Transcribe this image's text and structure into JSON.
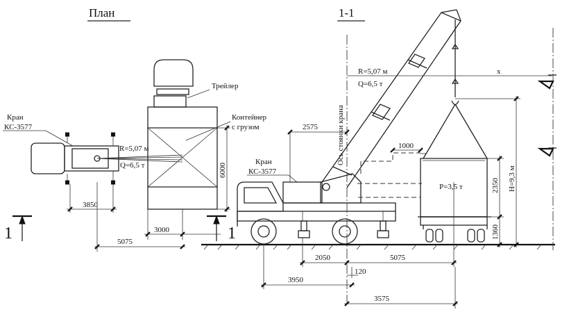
{
  "titles": {
    "plan": "План",
    "section": "1-1"
  },
  "section_mark": "1",
  "plan": {
    "crane_label_line1": "Кран",
    "crane_label_line2": "КС-3577",
    "trailer_label": "Трейлер",
    "container_label_line1": "Контейнер",
    "container_label_line2": "с грузом",
    "radius": "R=5,07 м",
    "load": "Q=6,5 т",
    "dim_3850": "3850",
    "dim_5075": "5075",
    "dim_3000": "3000",
    "dim_6000": "6000"
  },
  "section": {
    "axis_label": "Ось стоянки крана",
    "radius": "R=5,07 м",
    "load": "Q=6,5 т",
    "x_label": "x",
    "crane_label_line1": "Кран",
    "crane_label_line2": "КС-3577",
    "dim_2575": "2575",
    "dim_1000": "1000",
    "cargo_weight": "P=3,5 т",
    "dim_2350": "2350",
    "dim_1360": "1360",
    "height": "H=9,3 м",
    "dim_2050": "2050",
    "dim_5075": "5075",
    "dim_120": "120",
    "dim_3950": "3950",
    "dim_3575": "3575"
  }
}
